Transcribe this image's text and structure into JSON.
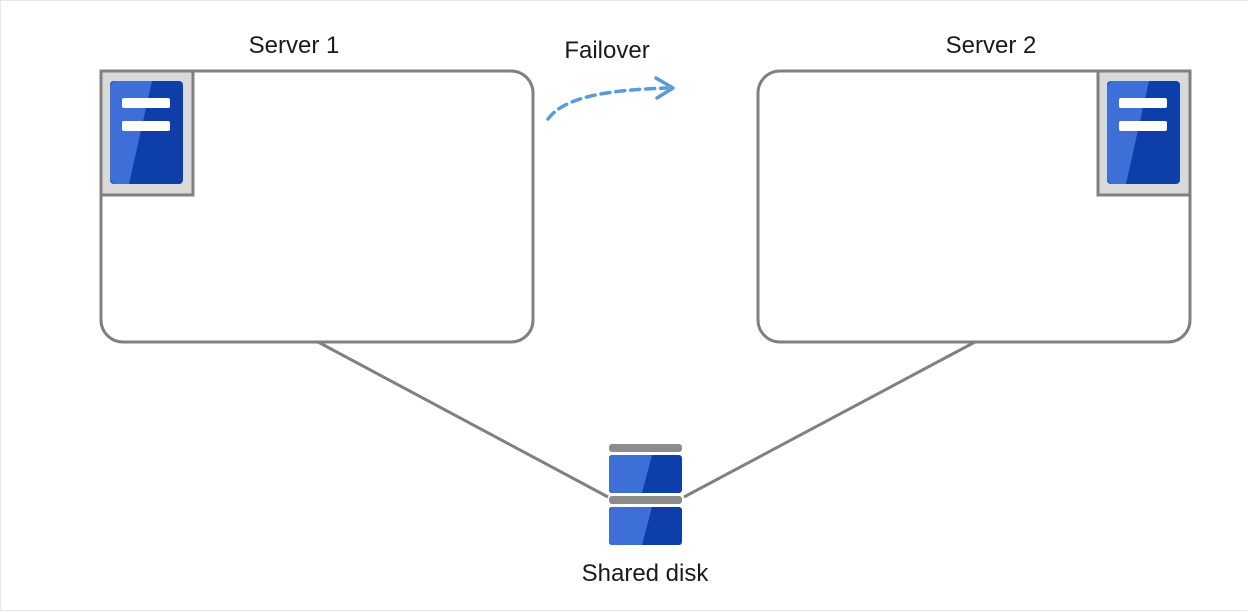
{
  "labels": {
    "server1": "Server 1",
    "server2": "Server 2",
    "failover": "Failover",
    "shared_disk": "Shared disk"
  },
  "colors": {
    "box_border": "#808080",
    "connector": "#808080",
    "server_icon_blue": "#0e3ea8",
    "server_icon_light": "#3d6fd6",
    "icon_frame_bg": "#d9d9d9",
    "failover_arrow": "#5b9bd5",
    "disk_separator": "#888888"
  },
  "icons": {
    "server1_app": "server-icon",
    "server2_app": "server-icon",
    "shared_disk": "disk-icon",
    "failover": "dashed-arrow-icon"
  }
}
